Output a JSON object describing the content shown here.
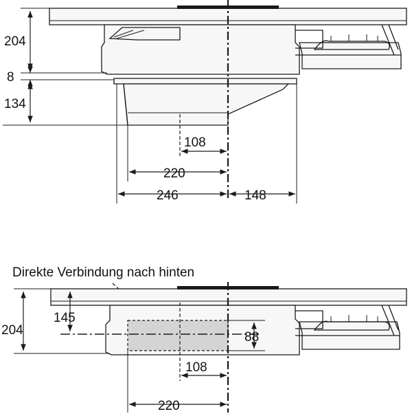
{
  "top_view": {
    "dims": {
      "total_height": "204",
      "gap": "8",
      "duct_height": "134",
      "offset_108": "108",
      "width_220": "220",
      "width_246": "246",
      "width_148": "148"
    }
  },
  "bottom_view": {
    "caption": "Direkte Verbindung nach hinten",
    "dims": {
      "total_height": "204",
      "center_height": "145",
      "opening_88": "88",
      "offset_108": "108",
      "width_220": "220"
    }
  },
  "colors": {
    "line": "#1a1a1a",
    "shade": "#d4d4d4"
  }
}
